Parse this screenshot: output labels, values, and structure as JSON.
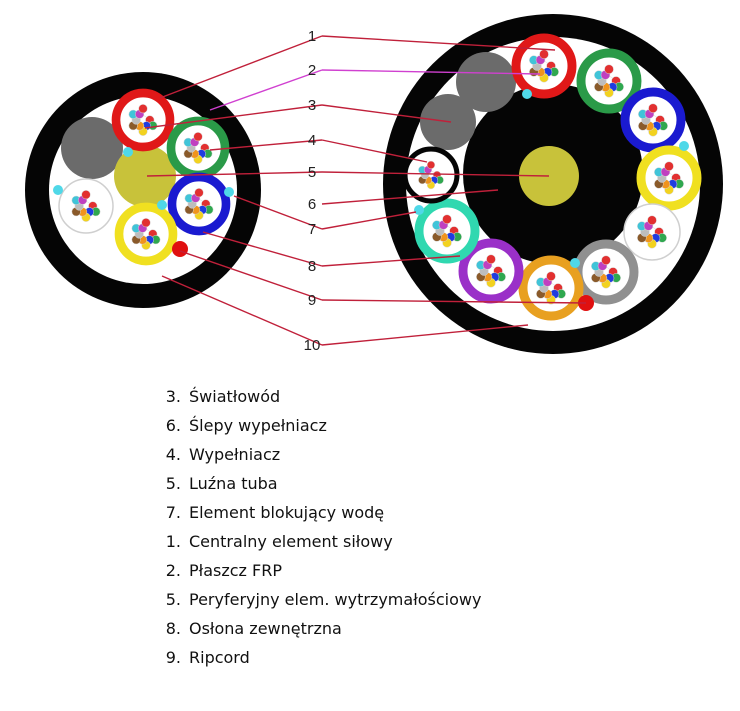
{
  "callout_numbers": [
    "1",
    "2",
    "3",
    "4",
    "5",
    "6",
    "7",
    "8",
    "9",
    "10"
  ],
  "legend": [
    {
      "num": "3.",
      "text": "Światłowód"
    },
    {
      "num": "6.",
      "text": "Ślepy wypełniacz"
    },
    {
      "num": "4.",
      "text": "Wypełniacz"
    },
    {
      "num": "5.",
      "text": "Luźna tuba"
    },
    {
      "num": "7.",
      "text": "Element blokujący wodę"
    },
    {
      "num": "1.",
      "text": "Centralny element siłowy"
    },
    {
      "num": "2.",
      "text": "Płaszcz FRP"
    },
    {
      "num": "5.",
      "text": "Peryferyjny elem. wytrzymałościowy"
    },
    {
      "num": "8.",
      "text": "Osłona zewnętrzna"
    },
    {
      "num": "9.",
      "text": "Ripcord"
    }
  ],
  "colors": {
    "sheath": "#050505",
    "leader_line": "#c0203a",
    "frp_leader": "#d040d0",
    "central_member": "#c8c23a",
    "filler": "#6b6b6b",
    "ripcord": "#e01010",
    "water_block": "#4fd8e8",
    "tube_colors": [
      "#e01818",
      "#2a9a48",
      "#1a1ad0",
      "#f0e020",
      "#ffffff",
      "#30d8b0",
      "#9a30c8",
      "#e8a020",
      "#909090"
    ],
    "fiber_colors": [
      "#e23030",
      "#2fa84f",
      "#1f3ce0",
      "#f2d21f",
      "#f0941c",
      "#8a5a2a",
      "#bdbdbd",
      "#ffffff",
      "#40c4d8",
      "#c040c0"
    ]
  }
}
